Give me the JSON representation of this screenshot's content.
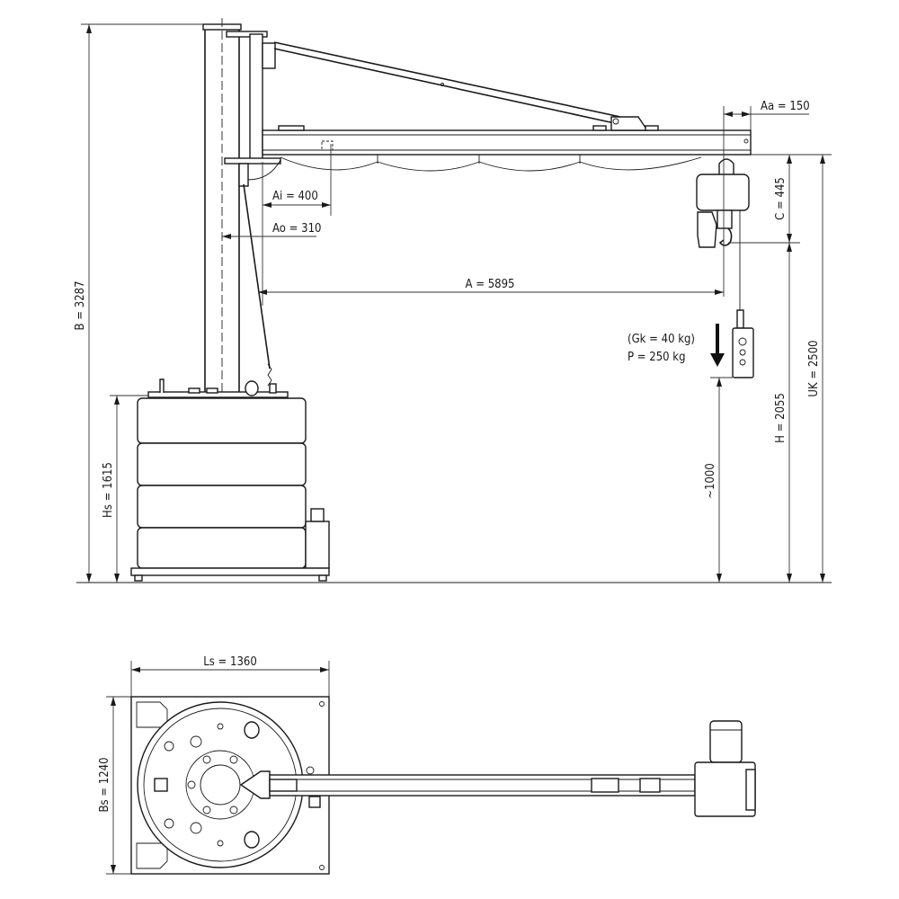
{
  "dimensions": {
    "B": "B = 3287",
    "Hs": "Hs = 1615",
    "Aa": "Aa = 150",
    "C": "C = 445",
    "UK": "UK = 2500",
    "H": "H = 2055",
    "hook_low": "~1000",
    "A": "A = 5895",
    "Ai": "Ai = 400",
    "Ao": "Ao = 310",
    "Ls": "Ls = 1360",
    "Bs": "Bs = 1240"
  },
  "load": {
    "own_weight": "(Gk = 40 kg)",
    "payload": "P = 250 kg"
  }
}
